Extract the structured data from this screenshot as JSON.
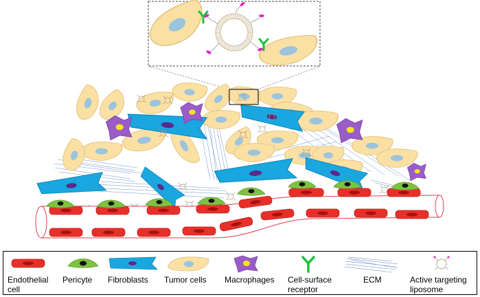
{
  "legend": {
    "items": [
      {
        "key": "endothelial",
        "label": "Endothelial\ncell",
        "icon": "endothelial-cell-icon"
      },
      {
        "key": "pericyte",
        "label": "Pericyte",
        "icon": "pericyte-icon"
      },
      {
        "key": "fibroblast",
        "label": "Fibroblasts",
        "icon": "fibroblast-icon"
      },
      {
        "key": "tumor",
        "label": "Tumor cells",
        "icon": "tumor-cell-icon"
      },
      {
        "key": "macrophage",
        "label": "Macrophages",
        "icon": "macrophage-icon"
      },
      {
        "key": "receptor",
        "label": "Cell-surface\nreceptor",
        "icon": "receptor-icon"
      },
      {
        "key": "ecm",
        "label": "ECM",
        "icon": "ecm-icon"
      },
      {
        "key": "liposome",
        "label": "Active targeting\nliposome",
        "icon": "liposome-icon"
      }
    ]
  },
  "colors": {
    "endothelial": "#e8302b",
    "endothelial_nucleus": "#b01010",
    "pericyte": "#7ec242",
    "fibroblast": "#1aa7e0",
    "fibroblast_nucleus": "#5a2a8a",
    "tumor": "#fbe0a4",
    "tumor_outline": "#e0c27a",
    "tumor_nucleus": "#9cc4dc",
    "macrophage": "#9a5cc8",
    "macrophage_nucleus": "#f5e21a",
    "receptor": "#1cbf3a",
    "ligand": "#e025c8",
    "ecm": "#6f8fc8",
    "vessel_outline": "#d8404a"
  }
}
